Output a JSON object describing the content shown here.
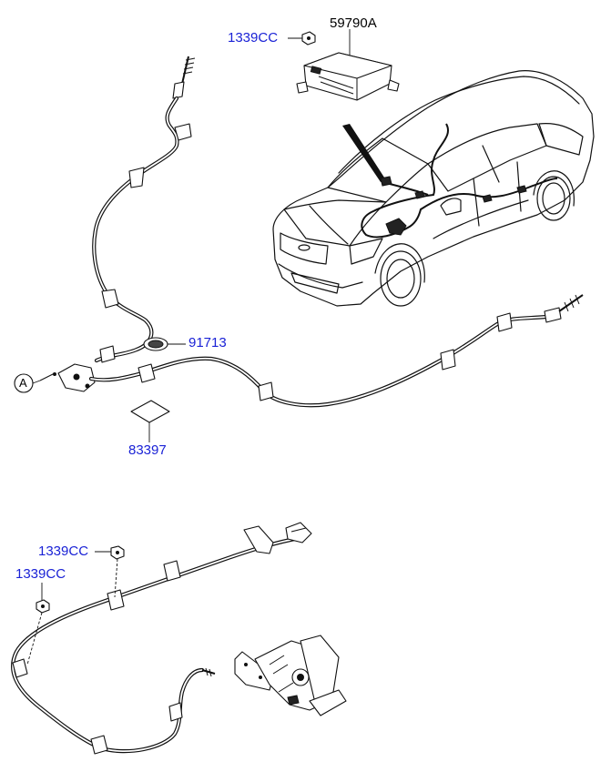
{
  "callouts": {
    "airbag_module": "59790A",
    "module_nut": "1339CC",
    "grommet": "91713",
    "label_plate": "83397",
    "ref_a": "A",
    "lower_nut_1": "1339CC",
    "lower_nut_2": "1339CC"
  },
  "colors": {
    "callout_text": "#1a22d6",
    "line_art": "#111111",
    "background": "#ffffff"
  },
  "icons": {
    "ref_marker": "circle-letter-icon"
  }
}
